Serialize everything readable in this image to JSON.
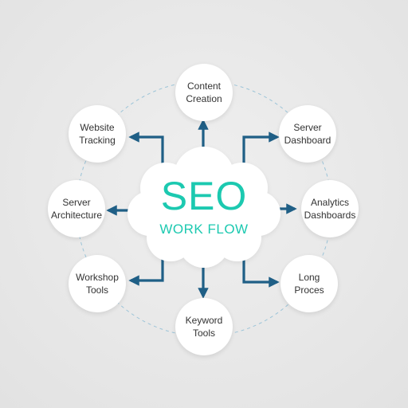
{
  "colors": {
    "accent": "#1cc9b0",
    "arrow": "#1f5f86",
    "ring": "#9cc4d8"
  },
  "center": {
    "title": "SEO",
    "subtitle": "WORK FLOW"
  },
  "nodes": [
    {
      "id": "content-creation",
      "lines": [
        "Content",
        "Creation"
      ]
    },
    {
      "id": "server-dashboard",
      "lines": [
        "Server",
        "Dashboard"
      ]
    },
    {
      "id": "analytics-dashboards",
      "lines": [
        "Analytics",
        "Dashboards"
      ]
    },
    {
      "id": "long-process",
      "lines": [
        "Long",
        "Proces"
      ]
    },
    {
      "id": "keyword-tools",
      "lines": [
        "Keyword",
        "Tools"
      ]
    },
    {
      "id": "workshop-tools",
      "lines": [
        "Workshop",
        "Tools"
      ]
    },
    {
      "id": "server-architecture",
      "lines": [
        "Server",
        "Architecture"
      ]
    },
    {
      "id": "website-tracking",
      "lines": [
        "Website",
        "Tracking"
      ]
    }
  ]
}
